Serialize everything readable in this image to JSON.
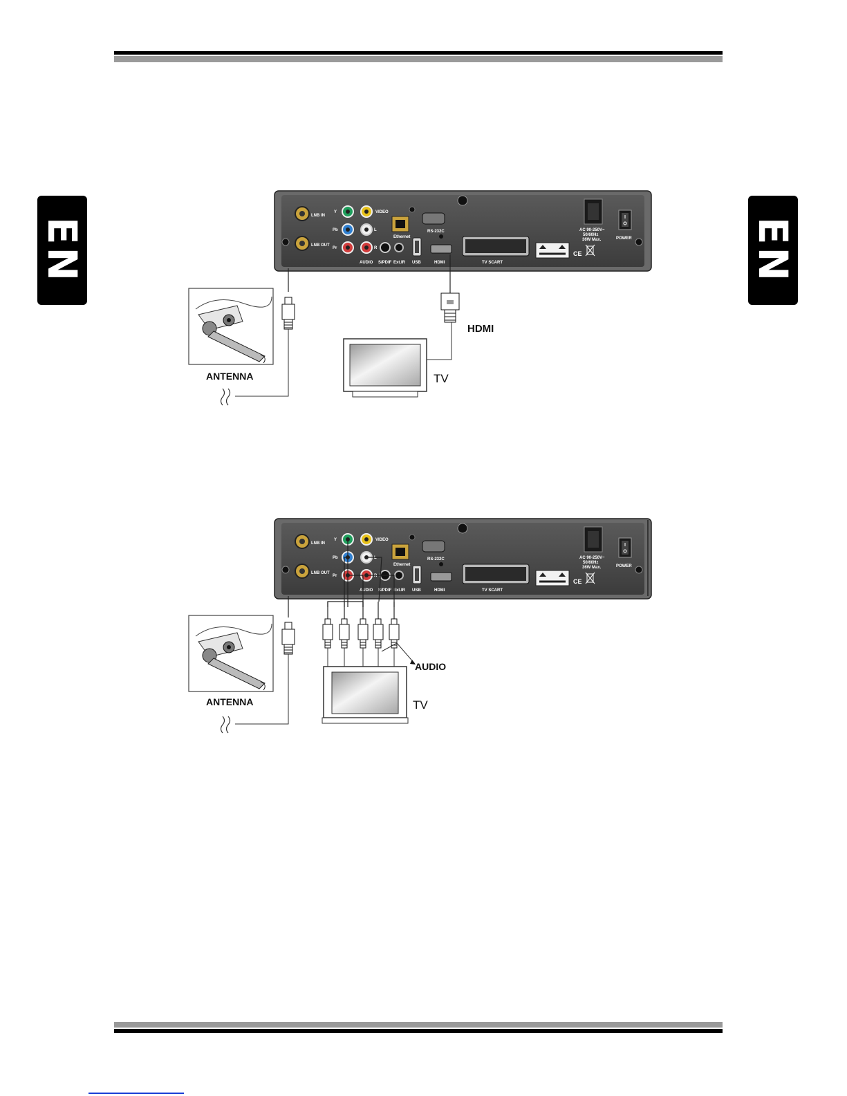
{
  "language_tab": "EN",
  "receiver_panel": {
    "lnb_in": "LNB IN",
    "lnb_out": "LNB OUT",
    "y": "Y",
    "pb": "Pb",
    "pr": "Pr",
    "video": "VIDEO",
    "l": "L",
    "r": "R",
    "audio": "AUDIO",
    "spdif": "S/PDIF",
    "ethernet": "Ethernet",
    "ext_ir": "Ext.IR",
    "usb": "USB",
    "hdmi": "HDMI",
    "rs232c": "RS-232C",
    "tv_scart": "TV SCART",
    "ac_rating": "AC 90-250V~",
    "ac_freq": "50/60Hz",
    "ac_power": "36W Max.",
    "power": "POWER",
    "ce_mark": "CE"
  },
  "diagram_hdmi": {
    "antenna_label": "ANTENNA",
    "cable_label": "HDMI",
    "tv_label": "TV"
  },
  "diagram_component": {
    "antenna_label": "ANTENNA",
    "audio_label": "AUDIO",
    "tv_label": "TV"
  },
  "colors": {
    "panel": "#4a4a4a",
    "green_jack": "#1f9e5c",
    "blue_jack": "#2f7fd0",
    "red_jack": "#d23c3c",
    "yellow_jack": "#e8c21a",
    "white_jack": "#f0f0f0"
  }
}
